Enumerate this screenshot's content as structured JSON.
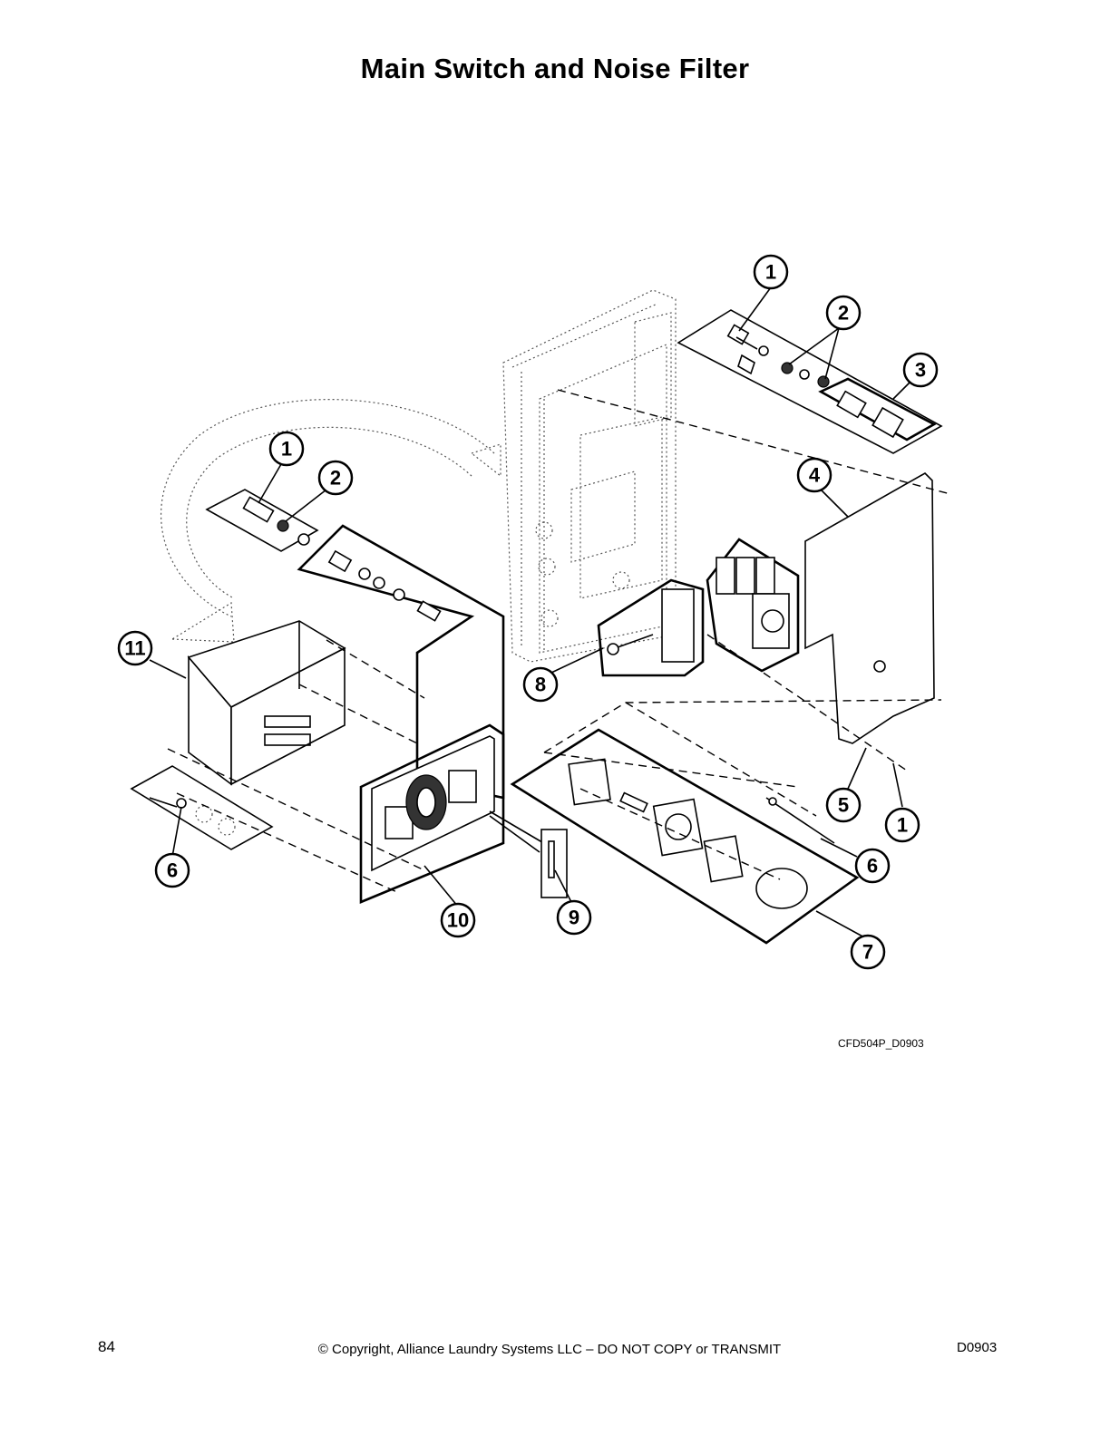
{
  "page": {
    "title": "Main Switch and Noise Filter",
    "drawing_id": "CFD504P_D0903",
    "page_number": "84",
    "copyright": "© Copyright, Alliance Laundry Systems LLC – DO NOT COPY or TRANSMIT",
    "doc_code": "D0903"
  },
  "callouts": [
    {
      "id": "c1a",
      "label": "1"
    },
    {
      "id": "c2a",
      "label": "2"
    },
    {
      "id": "c3",
      "label": "3"
    },
    {
      "id": "c1b",
      "label": "1"
    },
    {
      "id": "c2b",
      "label": "2"
    },
    {
      "id": "c4",
      "label": "4"
    },
    {
      "id": "c11",
      "label": "11"
    },
    {
      "id": "c8",
      "label": "8"
    },
    {
      "id": "c5",
      "label": "5"
    },
    {
      "id": "c1c",
      "label": "1"
    },
    {
      "id": "c6a",
      "label": "6"
    },
    {
      "id": "c6b",
      "label": "6"
    },
    {
      "id": "c10",
      "label": "10"
    },
    {
      "id": "c9",
      "label": "9"
    },
    {
      "id": "c7",
      "label": "7"
    }
  ],
  "colors": {
    "ink": "#000000",
    "paper": "#ffffff",
    "shade": "#cfcfcf"
  }
}
